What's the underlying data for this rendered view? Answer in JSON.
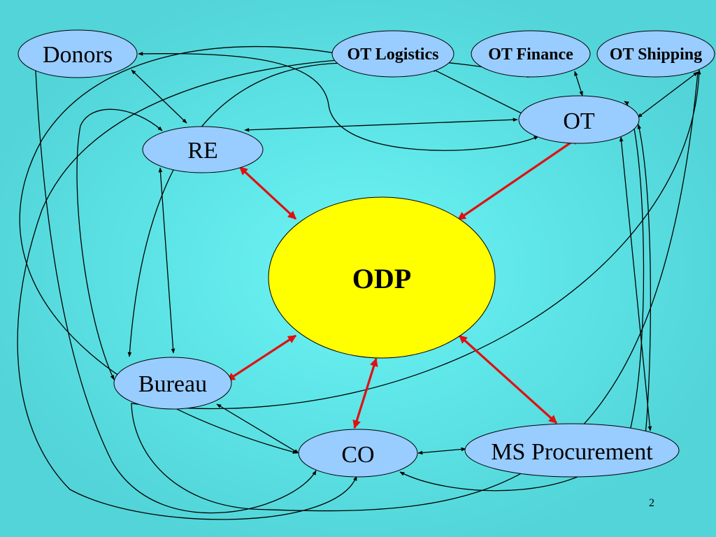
{
  "slide": {
    "page_number": "2",
    "background_color": "#5fe6e8"
  },
  "nodes": {
    "donors": "Donors",
    "ot_logistics": "OT Logistics",
    "ot_finance": "OT Finance",
    "ot_shipping": "OT Shipping",
    "ot": "OT",
    "re": "RE",
    "odp": "ODP",
    "bureau": "Bureau",
    "co": "CO",
    "ms_procurement": "MS Procurement"
  },
  "colors": {
    "node_fill": "#99ccff",
    "center_fill": "#ffff00",
    "center_arrows": "#e01010",
    "links": "#000000"
  }
}
